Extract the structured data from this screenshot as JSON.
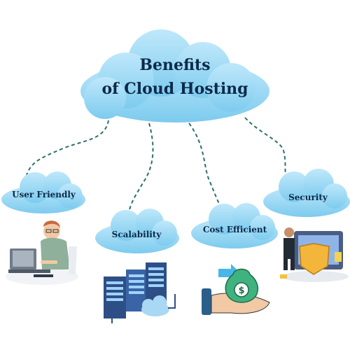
{
  "title": {
    "line1": "Benefits",
    "line2": "of Cloud Hosting"
  },
  "benefits": [
    {
      "label": "User Friendly",
      "illustration": "person-at-laptop"
    },
    {
      "label": "Scalability",
      "illustration": "server-racks-cloud"
    },
    {
      "label": "Cost Efficient",
      "illustration": "hand-money-bag"
    },
    {
      "label": "Security",
      "illustration": "security-guard-shield"
    }
  ],
  "colors": {
    "cloud": "#8fd3f2",
    "cloud_highlight": "#c8ecfb",
    "connector": "#2f6f6b",
    "text": "#0b2a4a"
  }
}
